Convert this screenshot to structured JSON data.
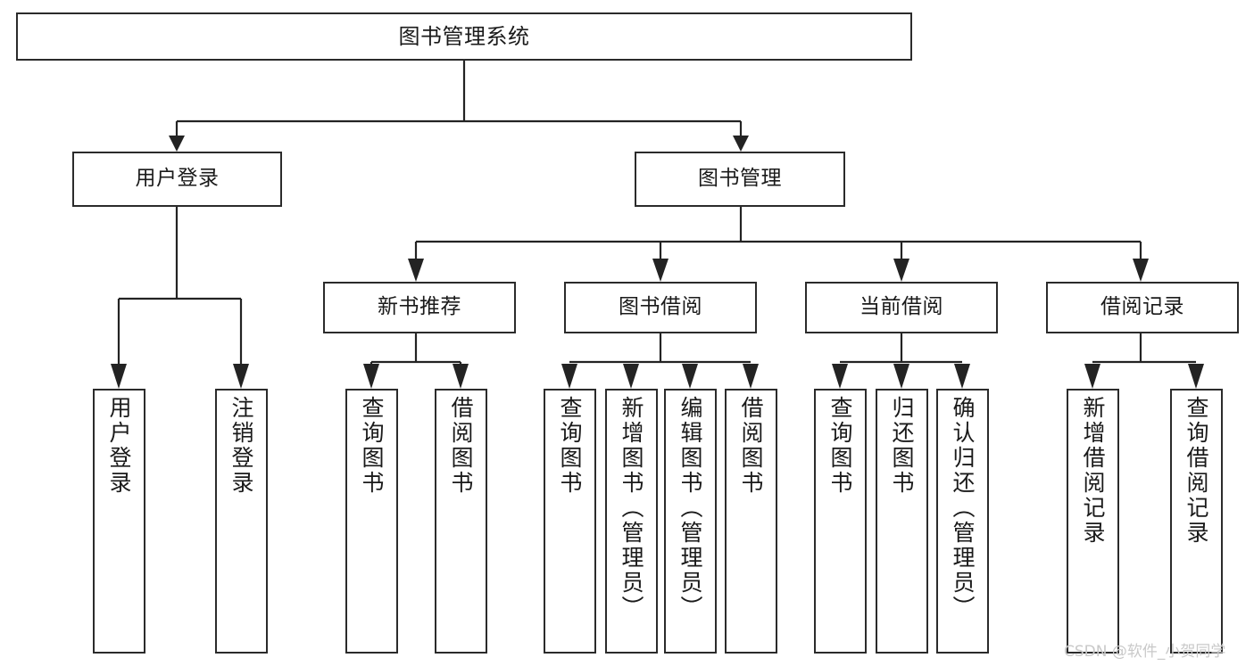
{
  "diagram": {
    "title": "图书管理系统",
    "type": "tree-hierarchy-chart",
    "root": {
      "label": "图书管理系统"
    },
    "level2": [
      {
        "label": "用户登录"
      },
      {
        "label": "图书管理"
      }
    ],
    "level3": [
      {
        "label": "新书推荐"
      },
      {
        "label": "图书借阅"
      },
      {
        "label": "当前借阅"
      },
      {
        "label": "借阅记录"
      }
    ],
    "leaves": [
      {
        "label": "用户登录",
        "parent": "用户登录"
      },
      {
        "label": "注销登录",
        "parent": "用户登录"
      },
      {
        "label": "查询图书",
        "parent": "新书推荐"
      },
      {
        "label": "借阅图书",
        "parent": "新书推荐"
      },
      {
        "label": "查询图书",
        "parent": "图书借阅"
      },
      {
        "label": "新增图书（管理员）",
        "parent": "图书借阅"
      },
      {
        "label": "编辑图书（管理员）",
        "parent": "图书借阅"
      },
      {
        "label": "借阅图书",
        "parent": "图书借阅"
      },
      {
        "label": "查询图书",
        "parent": "当前借阅"
      },
      {
        "label": "归还图书",
        "parent": "当前借阅"
      },
      {
        "label": "确认归还（管理员）",
        "parent": "当前借阅"
      },
      {
        "label": "新增借阅记录",
        "parent": "借阅记录"
      },
      {
        "label": "查询借阅记录",
        "parent": "借阅记录"
      }
    ]
  },
  "watermark": {
    "text": "CSDN @软件_小贺同学"
  },
  "colors": {
    "stroke": "#2b2b2b",
    "background": "#ffffff",
    "text": "#1a1a1a",
    "watermark": "#c9c9c9"
  }
}
